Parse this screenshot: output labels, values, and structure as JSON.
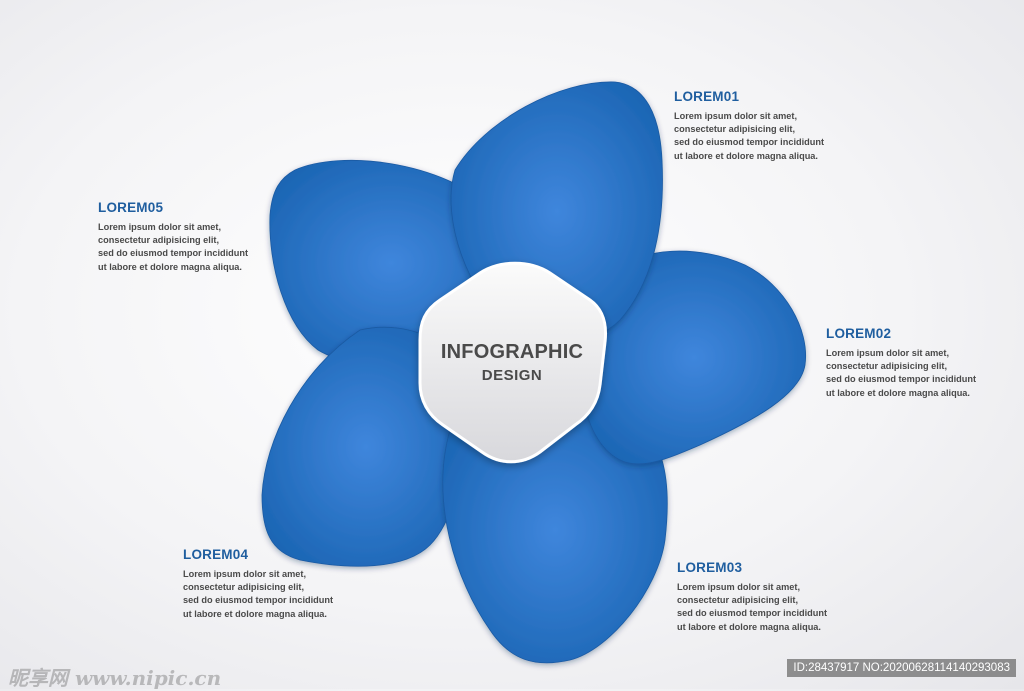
{
  "center": {
    "title": "INFOGRAPHIC",
    "subtitle": "DESIGN"
  },
  "items": [
    {
      "title": "LOREM01",
      "lines": [
        "Lorem ipsum dolor sit amet,",
        "consectetur adipisicing elit,",
        "sed do eiusmod tempor incididunt",
        "ut labore et dolore magna aliqua."
      ]
    },
    {
      "title": "LOREM02",
      "lines": [
        "Lorem ipsum dolor sit amet,",
        "consectetur adipisicing elit,",
        "sed do eiusmod tempor incididunt",
        "ut labore et dolore magna aliqua."
      ]
    },
    {
      "title": "LOREM03",
      "lines": [
        "Lorem ipsum dolor sit amet,",
        "consectetur adipisicing elit,",
        "sed do eiusmod tempor incididunt",
        "ut labore et dolore magna aliqua."
      ]
    },
    {
      "title": "LOREM04",
      "lines": [
        "Lorem ipsum dolor sit amet,",
        "consectetur adipisicing elit,",
        "sed do eiusmod tempor incididunt",
        "ut labore et dolore magna aliqua."
      ]
    },
    {
      "title": "LOREM05",
      "lines": [
        "Lorem ipsum dolor sit amet,",
        "consectetur adipisicing elit,",
        "sed do eiusmod tempor incididunt",
        "ut labore et dolore magna aliqua."
      ]
    }
  ],
  "colors": {
    "petal_light": "#3f86dc",
    "petal_dark": "#1a64b2",
    "title": "#1f5e9f",
    "text": "#4a4a4a",
    "hexagon": "#ececec"
  },
  "footer": {
    "watermark": "昵享网 www.nipic.cn",
    "image_id": "ID:28437917 NO:20200628114140293083"
  }
}
